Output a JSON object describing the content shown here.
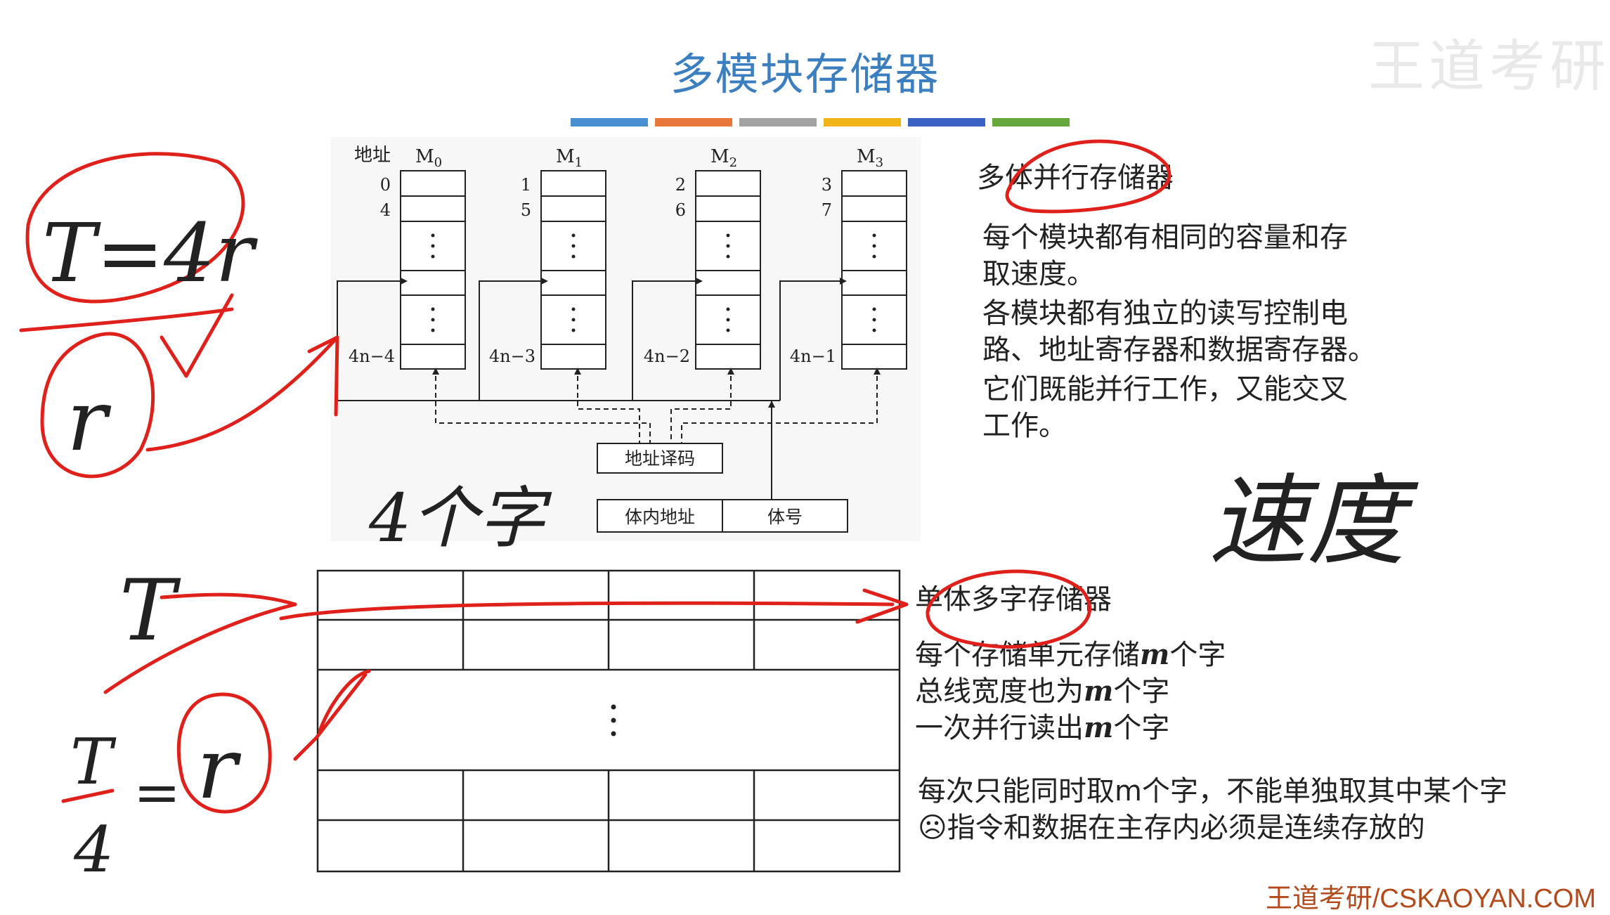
{
  "slide": {
    "title": "多模块存储器",
    "watermark": "王道考研",
    "brand": "王道考研/CSKAOYAN.COM",
    "title_bar_colors": [
      "#4a8fd1",
      "#e8773a",
      "#a3a3a3",
      "#f0b418",
      "#3a62c4",
      "#66a83c"
    ]
  },
  "upper_diagram": {
    "address_label": "地址",
    "modules": [
      {
        "name": "M",
        "sub": "0",
        "addr_top": "0",
        "addr_second": "4",
        "addr_last": "4n−4"
      },
      {
        "name": "M",
        "sub": "1",
        "addr_top": "1",
        "addr_second": "5",
        "addr_last": "4n−3"
      },
      {
        "name": "M",
        "sub": "2",
        "addr_top": "2",
        "addr_second": "6",
        "addr_last": "4n−2"
      },
      {
        "name": "M",
        "sub": "3",
        "addr_top": "3",
        "addr_second": "7",
        "addr_last": "4n−1"
      }
    ],
    "decoder_label": "地址译码",
    "intra_address_label": "体内地址",
    "bank_number_label": "体号"
  },
  "right_text": {
    "parallel_title": "多体并行存储器",
    "parallel_lines": [
      "每个模块都有相同的容量和存",
      "取速度。",
      "各模块都有独立的读写控制电",
      "路、地址寄存器和数据寄存器。",
      "它们既能并行工作，又能交叉",
      "工作。"
    ],
    "single_title": "单体多字存储器",
    "single_lines": [
      {
        "pre": "每个存储单元存储",
        "m": "m",
        "post": "个字"
      },
      {
        "pre": "总线宽度也为",
        "m": "m",
        "post": "个字"
      },
      {
        "pre": "一次并行读出",
        "m": "m",
        "post": "个字"
      }
    ],
    "note_lines": [
      "每次只能同时取m个字，不能单独取其中某个字",
      "☹指令和数据在主存内必须是连续存放的"
    ]
  },
  "handwriting": {
    "t_eq": "T=4r",
    "r_circle": "r",
    "four_words": "4个字",
    "speed": "速度",
    "t_big": "T",
    "t_frac_num": "T",
    "t_frac_den": "4",
    "t_frac_eq": "=",
    "r_circle2": "r"
  },
  "colors": {
    "ink": "#e0201a",
    "title": "#3b7fc1"
  }
}
